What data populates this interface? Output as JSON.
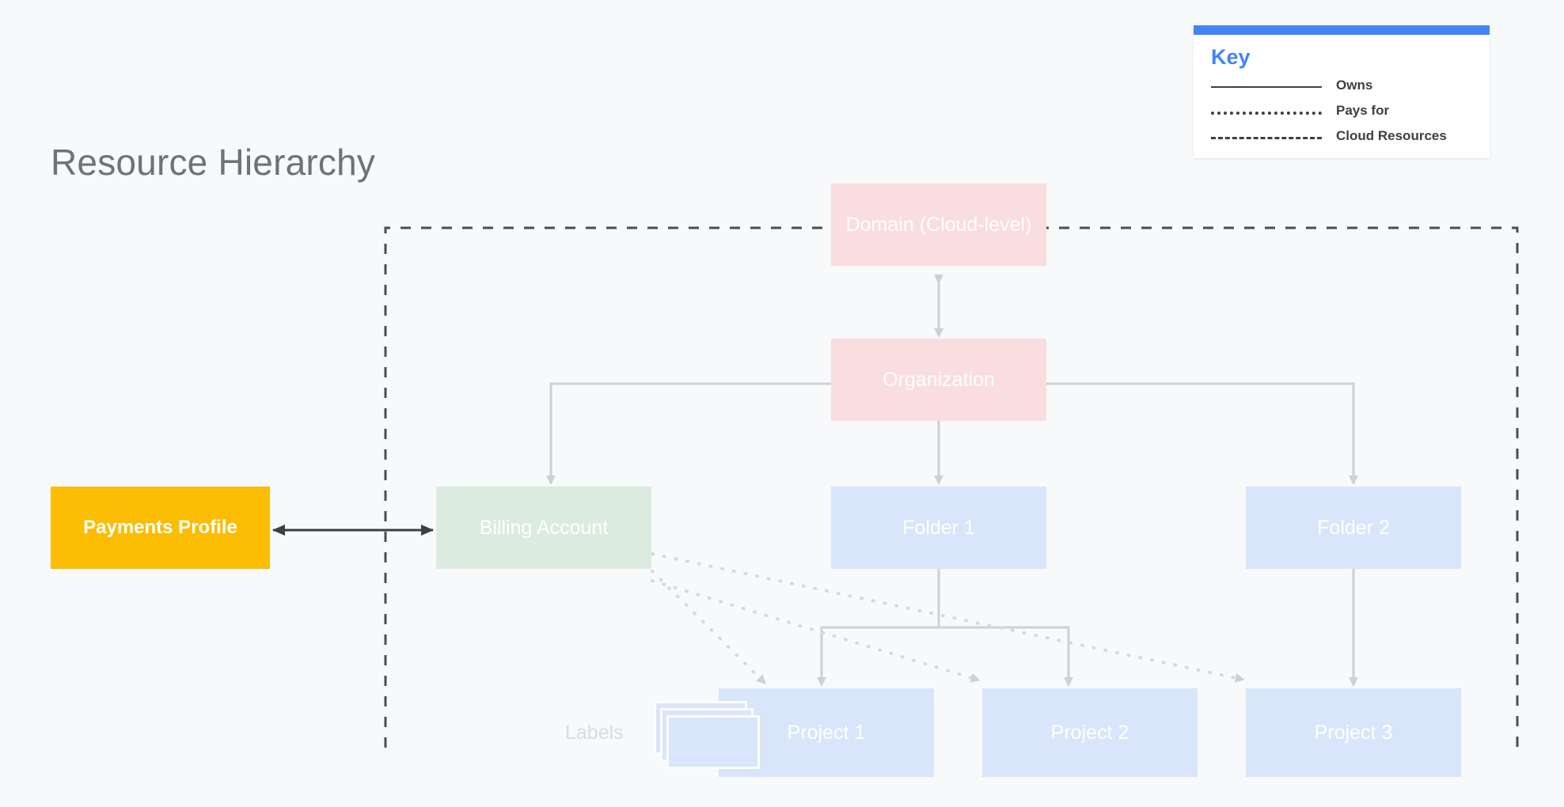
{
  "page": {
    "title": "Resource Hierarchy",
    "background_color": "#F7F9FA"
  },
  "key": {
    "heading": "Key",
    "accent_color": "#4285F4",
    "entries": [
      {
        "style": "solid",
        "label": "Owns"
      },
      {
        "style": "dotted",
        "label": "Pays for"
      },
      {
        "style": "dashed",
        "label": "Cloud Resources"
      }
    ]
  },
  "nodes": {
    "domain": {
      "label": "Domain (Cloud-level)",
      "color": "#FADDDE"
    },
    "organization": {
      "label": "Organization",
      "color": "#FADDDE"
    },
    "billing": {
      "label": "Billing Account",
      "color": "#DCEBE0"
    },
    "folder1": {
      "label": "Folder 1",
      "color": "#D9E5FA"
    },
    "folder2": {
      "label": "Folder 2",
      "color": "#D9E5FA"
    },
    "project1": {
      "label": "Project 1",
      "color": "#D9E5FA"
    },
    "project2": {
      "label": "Project 2",
      "color": "#D9E5FA"
    },
    "project3": {
      "label": "Project 3",
      "color": "#D9E5FA"
    },
    "payments": {
      "label": "Payments Profile",
      "color": "#FBBC04"
    },
    "labels": {
      "label": "Labels",
      "color": "#D9E5FA"
    }
  },
  "edges": [
    {
      "from": "domain",
      "to": "organization",
      "style": "owns",
      "arrows": "both"
    },
    {
      "from": "organization",
      "to": "billing",
      "style": "owns",
      "arrows": "to"
    },
    {
      "from": "organization",
      "to": "folder1",
      "style": "owns",
      "arrows": "to"
    },
    {
      "from": "organization",
      "to": "folder2",
      "style": "owns",
      "arrows": "to"
    },
    {
      "from": "folder1",
      "to": "project1",
      "style": "owns",
      "arrows": "to"
    },
    {
      "from": "folder1",
      "to": "project2",
      "style": "owns",
      "arrows": "to"
    },
    {
      "from": "folder2",
      "to": "project3",
      "style": "owns",
      "arrows": "to"
    },
    {
      "from": "billing",
      "to": "project1",
      "style": "pays-for",
      "arrows": "to"
    },
    {
      "from": "billing",
      "to": "project2",
      "style": "pays-for",
      "arrows": "to"
    },
    {
      "from": "billing",
      "to": "project3",
      "style": "pays-for",
      "arrows": "to"
    },
    {
      "from": "payments",
      "to": "billing",
      "style": "link",
      "arrows": "both"
    }
  ],
  "cloud_boundary": {
    "label": "Cloud Resources",
    "style": "dashed"
  }
}
